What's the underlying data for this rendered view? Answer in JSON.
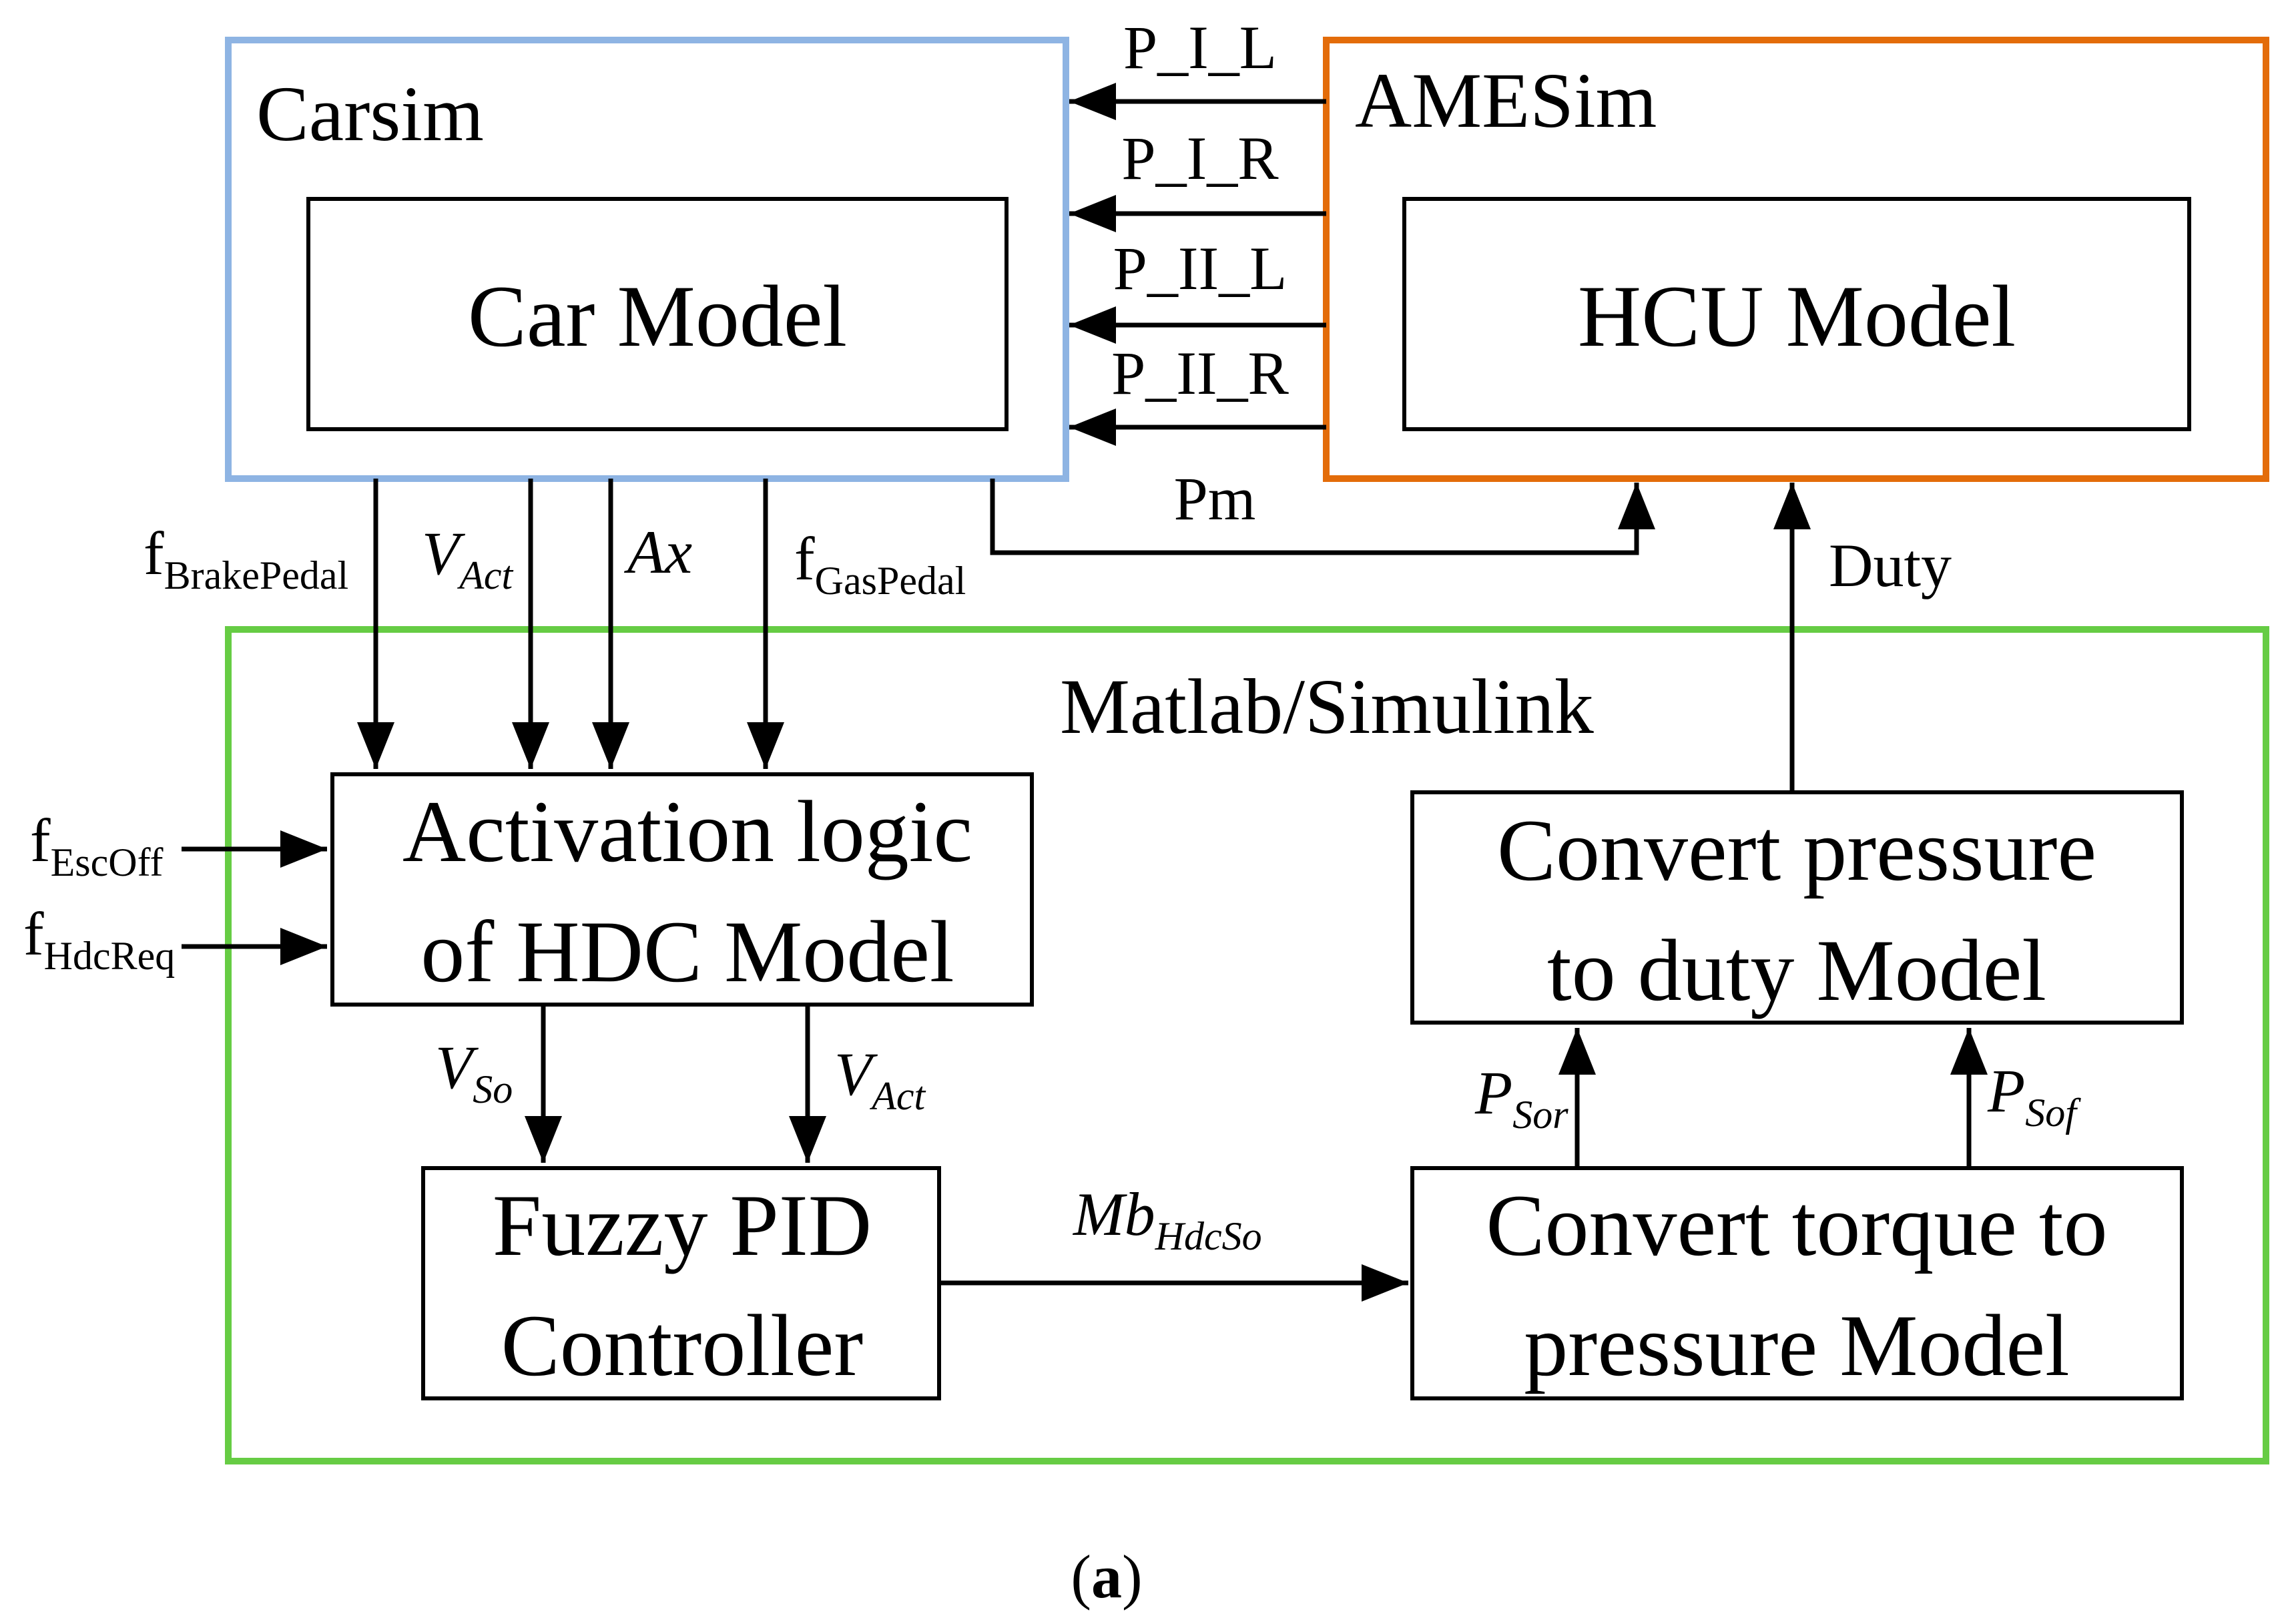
{
  "systems": {
    "carsim": {
      "label": "Carsim",
      "color": "#8eb4e3",
      "model": "Car Model"
    },
    "amesim": {
      "label": "AMESim",
      "color": "#e36c0a",
      "model": "HCU Model"
    },
    "simulink": {
      "label": "Matlab/Simulink",
      "color": "#66cc44"
    }
  },
  "pressure_signals": [
    "P_I_L",
    "P_I_R",
    "P_II_L",
    "P_II_R"
  ],
  "signals": {
    "pm": "Pm",
    "duty": "Duty",
    "brake_pedal": {
      "base": "f",
      "sub": "BrakePedal"
    },
    "v_act": {
      "base": "V",
      "sub": "Act"
    },
    "ax": "Ax",
    "gas_pedal": {
      "base": "f",
      "sub": "GasPedal"
    },
    "esc_off": {
      "base": "f",
      "sub": "EscOff"
    },
    "hdc_req": {
      "base": "f",
      "sub": "HdcReq"
    },
    "v_so": {
      "base": "V",
      "sub": "So"
    },
    "v_act2": {
      "base": "V",
      "sub": "Act"
    },
    "mb": {
      "base": "Mb",
      "sub": "HdcSo"
    },
    "p_sor": {
      "base": "P",
      "sub": "Sor"
    },
    "p_sof": {
      "base": "P",
      "sub": "Sof"
    }
  },
  "blocks": {
    "activation": [
      "Activation logic",
      "of HDC Model"
    ],
    "fuzzy": [
      "Fuzzy PID",
      "Controller"
    ],
    "convert_pressure": [
      "Convert pressure",
      "to duty Model"
    ],
    "convert_torque": [
      "Convert torque to",
      "pressure Model"
    ]
  },
  "caption": {
    "open": "(",
    "letter": "a",
    "close": ")"
  }
}
